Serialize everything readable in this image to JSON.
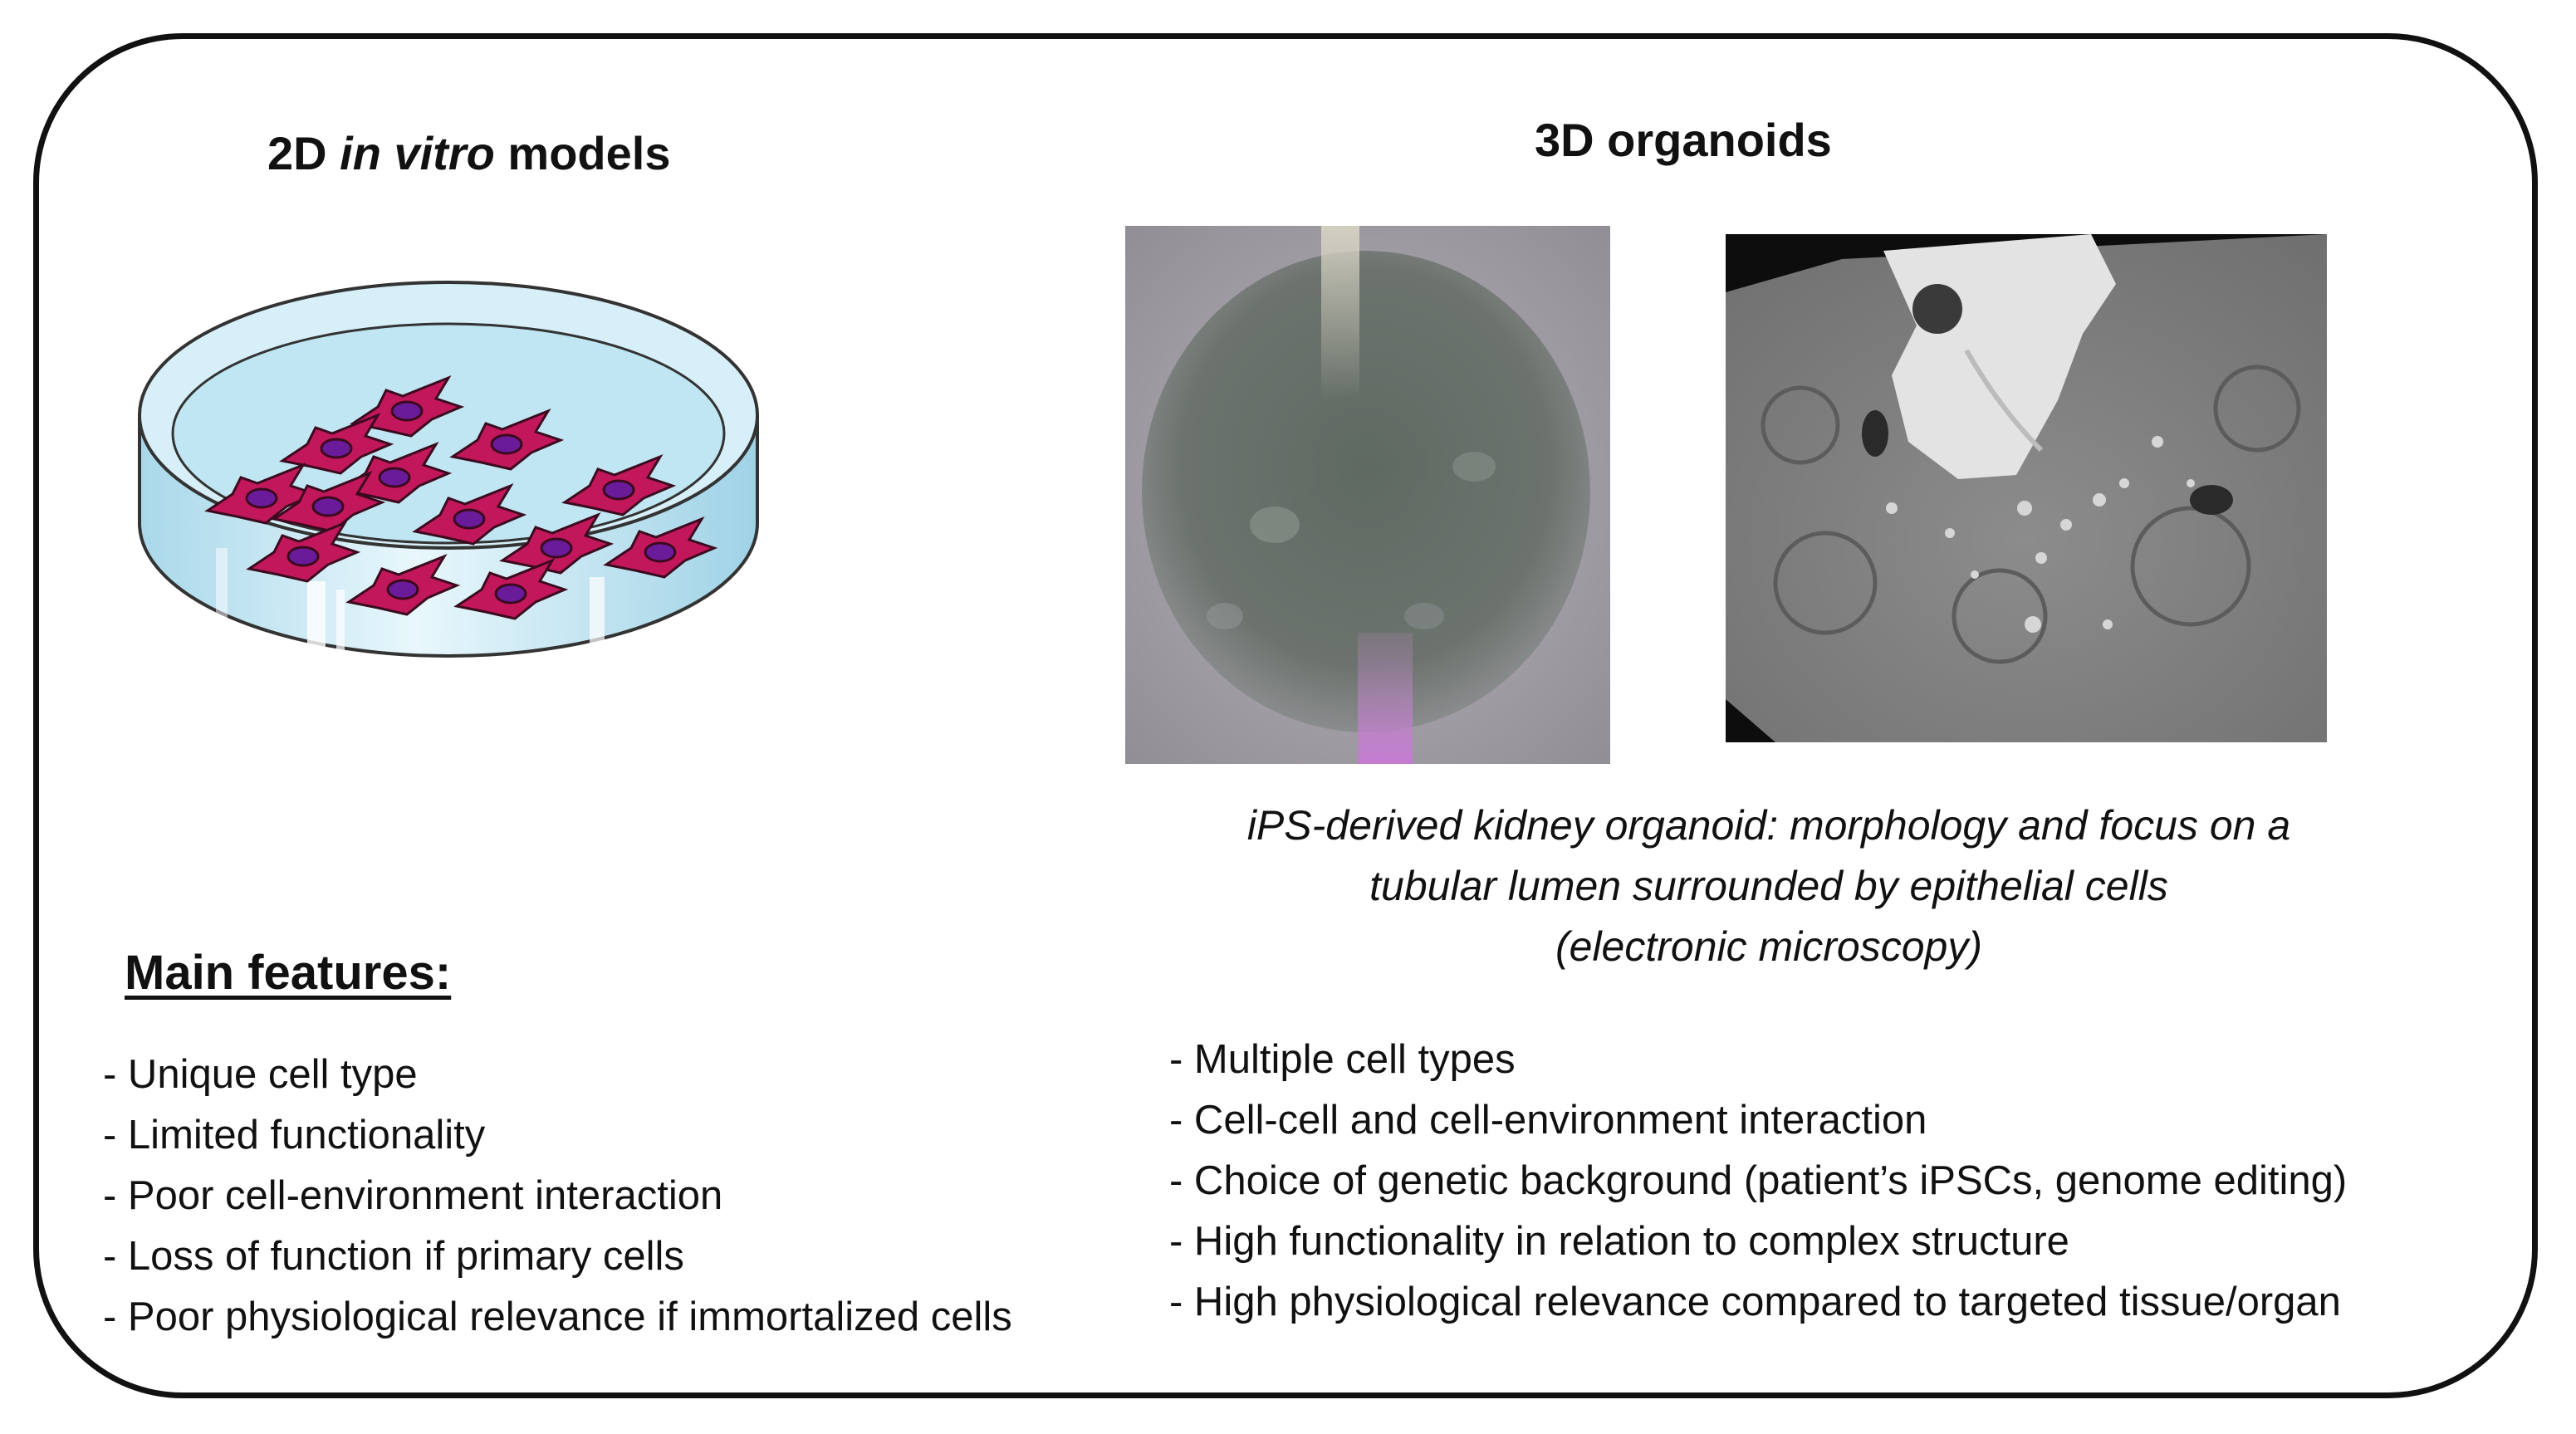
{
  "left_panel": {
    "title_prefix": "2D ",
    "title_italic": "in vitro",
    "title_suffix": " models",
    "main_features_heading": "Main features:",
    "features": [
      "- Unique cell type",
      "- Limited functionality",
      "- Poor cell-environment  interaction",
      "- Loss of function if primary cells",
      "- Poor physiological relevance if immortalized cells"
    ]
  },
  "right_panel": {
    "title": "3D organoids",
    "caption_lines": [
      "iPS-derived kidney organoid: morphology and focus on a",
      "tubular lumen surrounded by epithelial cells",
      "(electronic microscopy)"
    ],
    "features": [
      "- Multiple cell types",
      "- Cell-cell and cell-environment  interaction",
      "- Choice of genetic background (patient’s iPSCs, genome editing)",
      "- High functionality in relation to complex structure",
      "- High physiological relevance compared to targeted tissue/organ"
    ]
  },
  "colors": {
    "dish_fill": "#bfe6f2",
    "cell_fill": "#c2185b",
    "nucleus_fill": "#6a1b9a",
    "frame_stroke": "#111111"
  }
}
